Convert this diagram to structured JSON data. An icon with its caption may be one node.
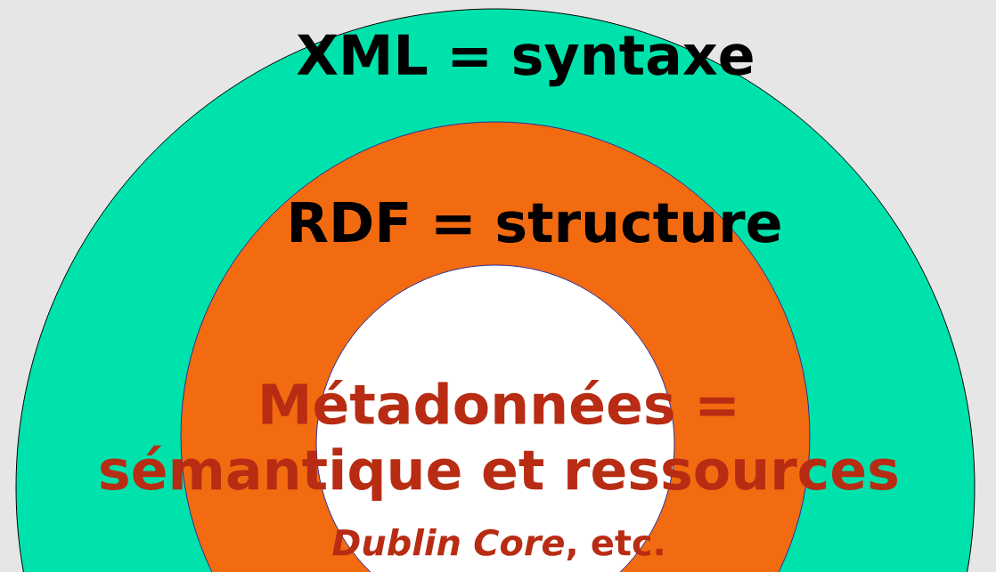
{
  "diagram": {
    "nodes": [
      {
        "text": [
          "XML = syntaxe"
        ]
      },
      {
        "text": [
          "RDF = structure"
        ],
        "in": 0
      },
      {
        "text": [
          "Métadonnées = sémantique et ressources",
          "*Dublin Core*, etc."
        ],
        "in": 1
      }
    ]
  }
}
